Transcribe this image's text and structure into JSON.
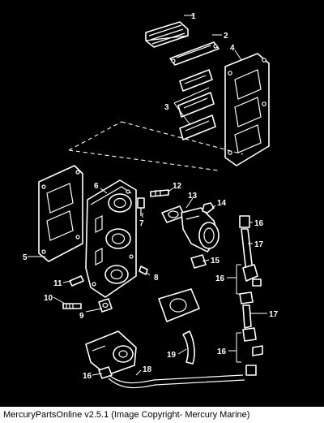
{
  "callouts": [
    "1",
    "2",
    "3",
    "4",
    "5",
    "6",
    "7",
    "8",
    "9",
    "10",
    "11",
    "12",
    "13",
    "14",
    "15",
    "16",
    "17",
    "18",
    "19"
  ],
  "footer": {
    "text": "MercuryPartsOnline v2.5.1 (Image Copyright- Mercury Marine)"
  }
}
